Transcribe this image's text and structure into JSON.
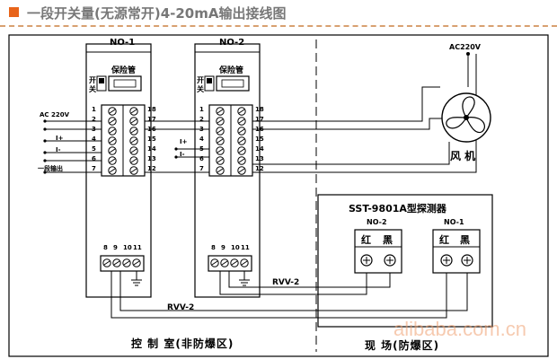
{
  "title": "一段开关量(无源常开)4-20mA输出接线图",
  "panels": {
    "no1": {
      "label": "NO-1",
      "fuse_label": "保险管",
      "switch_label": [
        "开",
        "关"
      ],
      "left_terminals": [
        "1",
        "2",
        "3",
        "4",
        "5",
        "6",
        "7"
      ],
      "right_terminals": [
        "18",
        "17",
        "16",
        "15",
        "14",
        "13",
        "12"
      ],
      "bottom_terminals": [
        "8",
        "9",
        "10",
        "11"
      ]
    },
    "no2": {
      "label": "NO-2",
      "fuse_label": "保险管",
      "switch_label": [
        "开",
        "关"
      ],
      "left_terminals": [
        "1",
        "2",
        "3",
        "4",
        "5",
        "6",
        "7"
      ],
      "right_terminals": [
        "18",
        "17",
        "16",
        "15",
        "14",
        "13",
        "12"
      ],
      "bottom_terminals": [
        "8",
        "9",
        "10",
        "11"
      ]
    }
  },
  "left_labels": {
    "ac": "AC 220V",
    "i_plus": "I+",
    "i_minus": "I-",
    "output": "一段输出"
  },
  "middle_labels": {
    "i_plus": "I+",
    "i_minus": "I-"
  },
  "power_label": "AC220V",
  "fan_label": "风 机",
  "detector": {
    "title": "SST-9801A型探测器",
    "no2": "NO-2",
    "no1": "NO-1",
    "red": "红",
    "black": "黑"
  },
  "cables": {
    "upper": "RVV-2",
    "lower": "RVV-2"
  },
  "zones": {
    "control": "控 制 室(非防爆区)",
    "field": "现 场(防爆区)"
  },
  "watermark": "alibaba.com.cn",
  "colors": {
    "title_bullet": "#e8641a",
    "title_text": "#777777",
    "watermark": "#f0a070"
  }
}
